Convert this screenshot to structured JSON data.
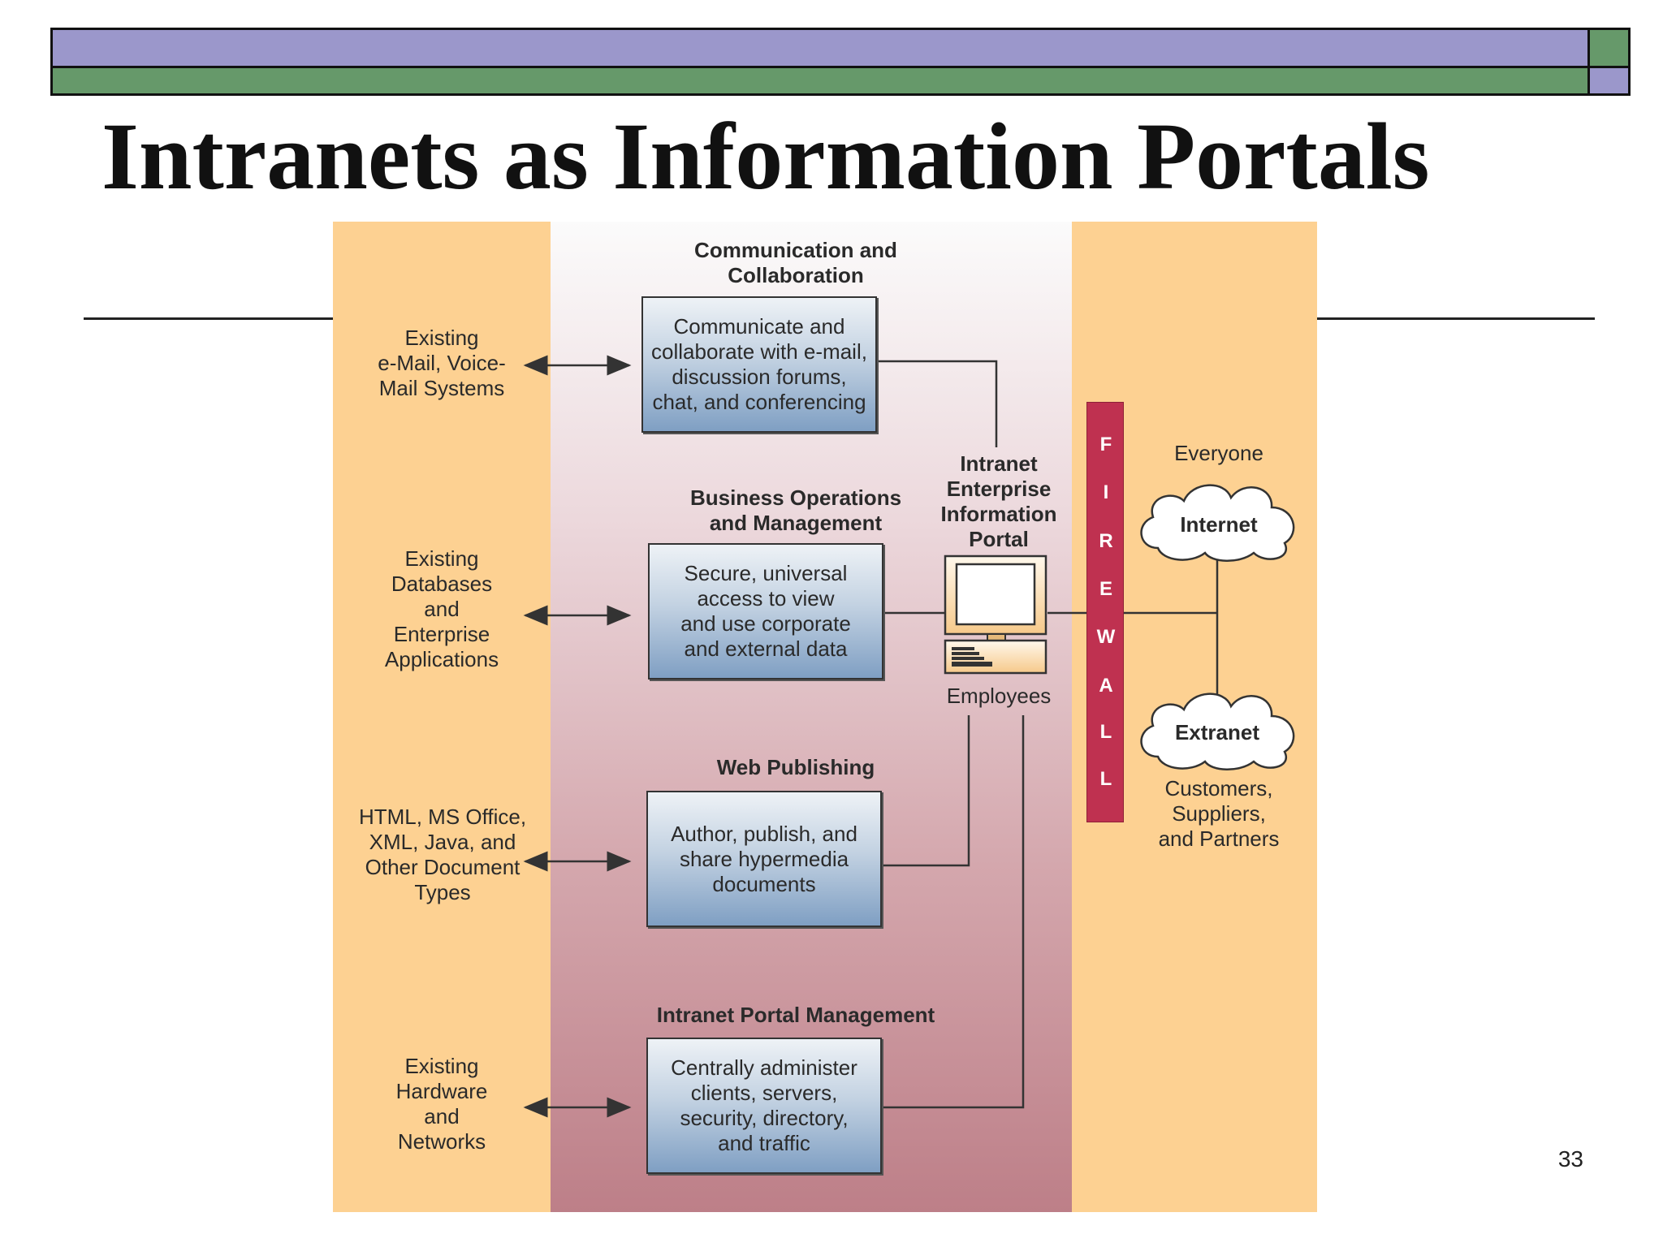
{
  "slide": {
    "title": "Intranets as Information Portals",
    "page_number": "33"
  },
  "left_sources": [
    "Existing\ne-Mail, Voice-\nMail Systems",
    "Existing\nDatabases\nand\nEnterprise\nApplications",
    "HTML, MS Office,\nXML, Java, and\nOther Document\nTypes",
    "Existing\nHardware\nand\nNetworks"
  ],
  "sections": [
    {
      "header": "Communication and\nCollaboration",
      "box": "Communicate and\ncollaborate with e-mail,\ndiscussion forums,\nchat, and conferencing"
    },
    {
      "header": "Business Operations\nand Management",
      "box": "Secure, universal\naccess to view\nand use corporate\nand external data"
    },
    {
      "header": "Web Publishing",
      "box": "Author, publish, and\nshare hypermedia\ndocuments"
    },
    {
      "header": "Intranet Portal Management",
      "box": "Centrally administer\nclients, servers,\nsecurity, directory,\nand traffic"
    }
  ],
  "portal": {
    "label": "Intranet\nEnterprise\nInformation\nPortal",
    "users": "Employees"
  },
  "firewall": {
    "letters": [
      "F",
      "I",
      "R",
      "E",
      "W",
      "A",
      "L",
      "L"
    ],
    "color": "#bf3150"
  },
  "external": {
    "internet_audience": "Everyone",
    "internet": "Internet",
    "extranet": "Extranet",
    "extranet_audience": "Customers,\nSuppliers,\nand Partners"
  },
  "colors": {
    "band_purple": "#9b97cb",
    "band_green": "#66996a",
    "panel_orange": "#fdd192",
    "box_blue": "#7f9fc3"
  }
}
